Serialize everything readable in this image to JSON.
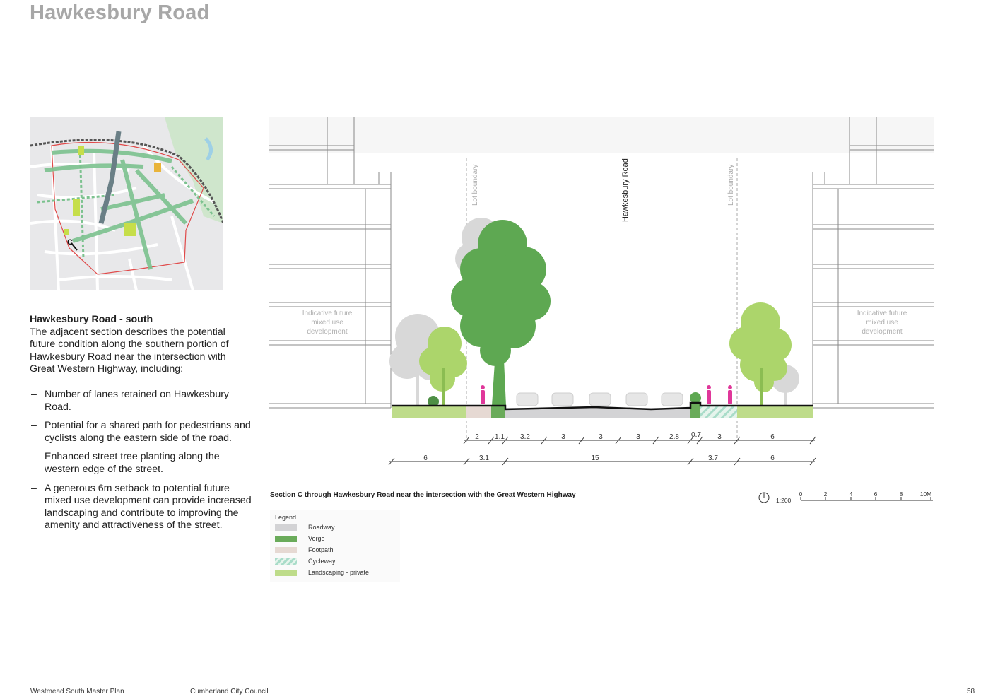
{
  "page": {
    "title": "Hawkesbury Road",
    "page_number": "58"
  },
  "map": {
    "marker_label": "C"
  },
  "description": {
    "subtitle": "Hawkesbury Road - south",
    "intro": "The adjacent section describes the potential future condition along the southern portion of Hawkesbury Road near the intersection with Great Western Highway, including:",
    "bullets": [
      "Number of lanes retained on Hawkesbury Road.",
      "Potential for a shared path for pedestrians and cyclists along the eastern side of the road.",
      "Enhanced street tree planting along the western edge of the street.",
      "A generous 6m setback to potential future mixed use development can provide increased landscaping and contribute to improving the amenity and attractiveness of the street."
    ]
  },
  "section": {
    "road_name": "Hawkesbury Road",
    "lot_boundary_label": "Lot boundary",
    "development_label_lines": [
      "Indicative future",
      "mixed use",
      "development"
    ],
    "dims_upper": [
      "2",
      "1.1",
      "3.2",
      "3",
      "3",
      "3",
      "2.8",
      "0.7",
      "3",
      "6"
    ],
    "dims_lower": [
      "6",
      "3.1",
      "15",
      "3.7",
      "6"
    ],
    "caption": "Section C through Hawkesbury Road near the intersection with the Great Western Highway"
  },
  "scale": {
    "ratio": "1:200",
    "ticks": [
      "0",
      "2",
      "4",
      "6",
      "8",
      "10M"
    ]
  },
  "legend": {
    "title": "Legend",
    "items": [
      {
        "label": "Roadway",
        "color": "#d3d3d5"
      },
      {
        "label": "Verge",
        "color": "#6aab5a"
      },
      {
        "label": "Footpath",
        "color": "#e6d9d3"
      },
      {
        "label": "Cycleway",
        "color": "#a9dcc9"
      },
      {
        "label": "Landscaping - private",
        "color": "#bedc8a"
      }
    ]
  },
  "footer": {
    "left": "Westmead South Master Plan",
    "center": "Cumberland City Council"
  },
  "colors": {
    "title_grey": "#a7a7a7",
    "tree_dark": "#5ea852",
    "tree_light": "#acd56b",
    "pedestrian": "#e0379a",
    "route_green": "#7cc28f"
  }
}
